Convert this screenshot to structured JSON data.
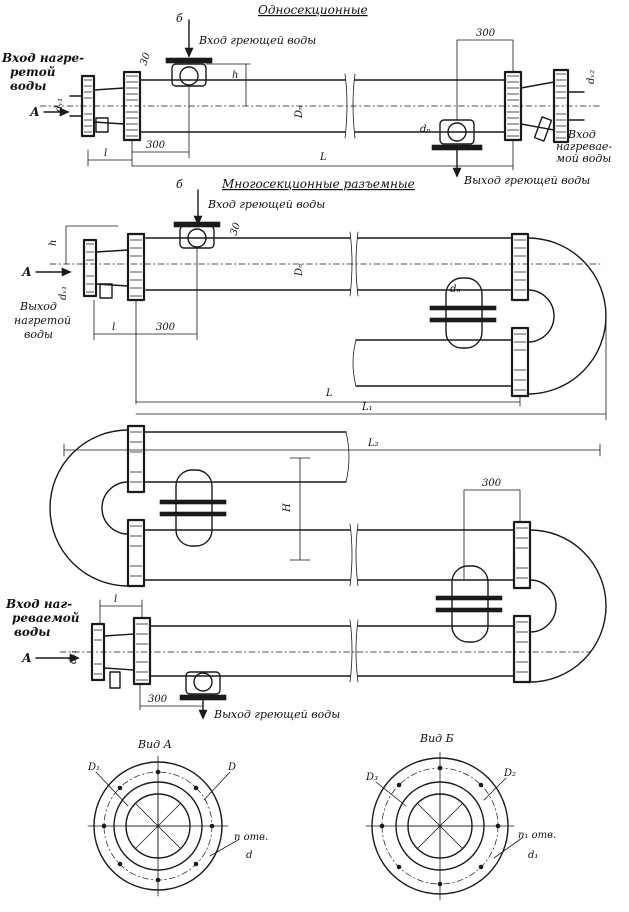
{
  "titles": {
    "single_section": "Односекционные",
    "multi_section": "Многосекционные разъемные"
  },
  "labels": {
    "heating_water_in": "Вход греющей воды",
    "heating_water_out": "Выход греющей воды",
    "heated_water_in_1": "Вход нагре-",
    "heated_water_in_2": "ретой",
    "heated_water_in_3": "воды",
    "heated_in_right_1": "Вход",
    "heated_in_right_2": "нагревае-",
    "heated_in_right_3": "мой воды",
    "heated_out_1": "Выход",
    "heated_out_2": "нагретой",
    "heated_out_3": "воды",
    "heated_in_bottom_1": "Вход наг-",
    "heated_in_bottom_2": "реваемой",
    "heated_in_bottom_3": "воды",
    "view_a": "Вид А",
    "view_b": "Вид Б",
    "arrow_a": "А",
    "arrow_b": "б"
  },
  "dims": {
    "d300": "300",
    "d30": "30",
    "h": "h",
    "l": "l",
    "L": "L",
    "L1": "L₁",
    "L2": "L₂",
    "H": "H",
    "Dn": "Dₙ",
    "dn": "dₙ",
    "dv1": "dᵥ₁",
    "dv2": "dᵥ₂",
    "D": "D",
    "D1": "D₁",
    "D2": "D₂",
    "D3": "D₃",
    "n_holes_d": "n отв.",
    "d_small": "d",
    "n1_holes": "n₁ отв.",
    "d1_small": "d₁"
  }
}
